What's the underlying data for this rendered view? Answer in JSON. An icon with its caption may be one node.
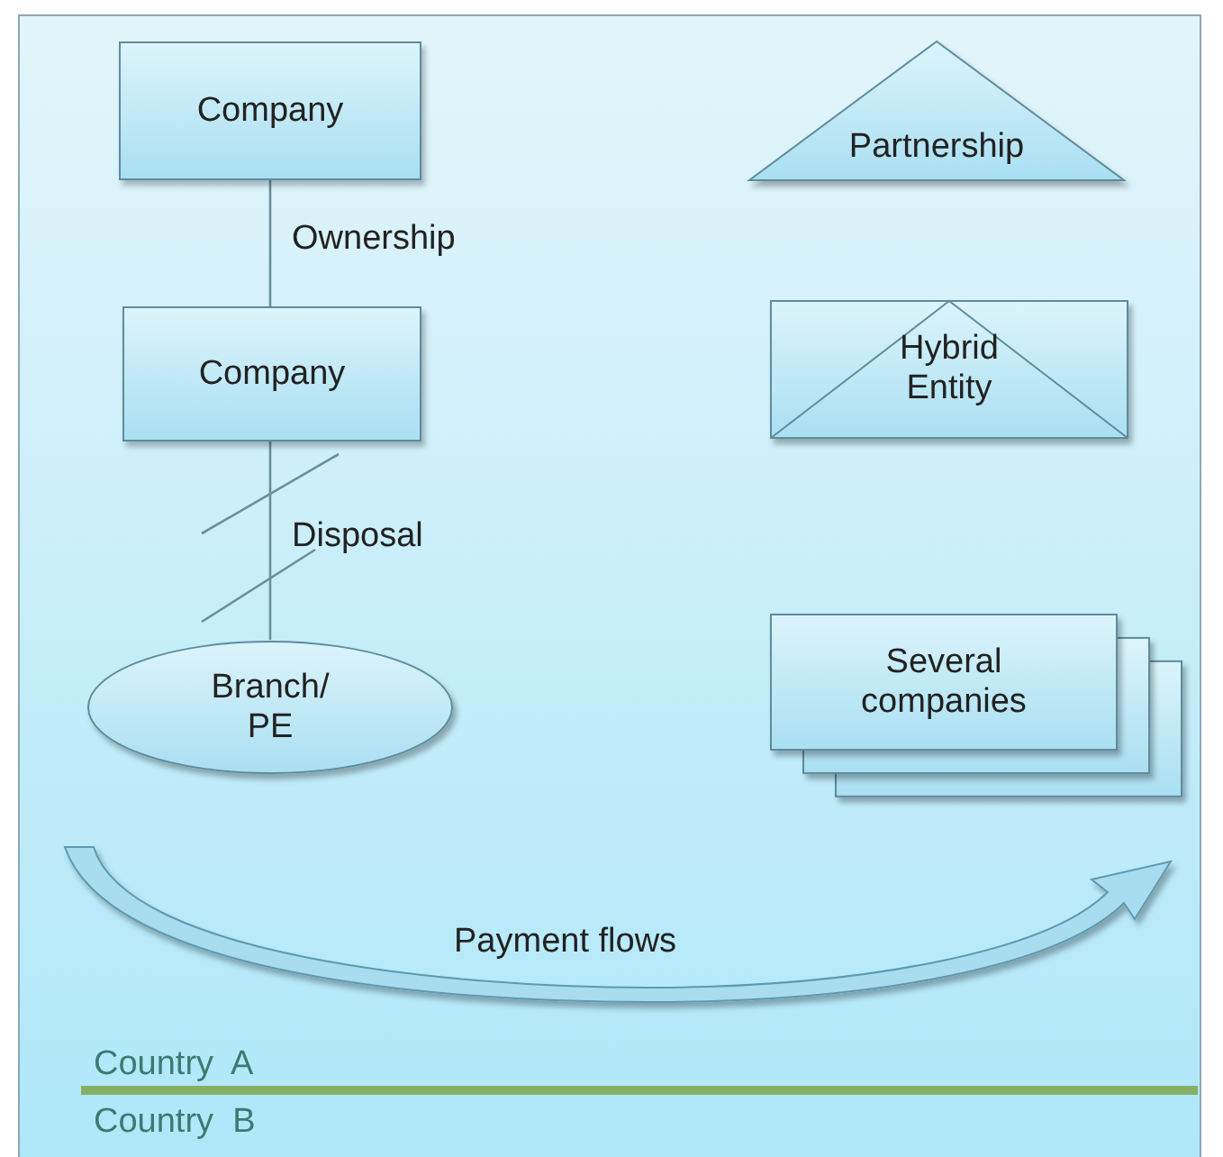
{
  "diagram": {
    "nodes": [
      {
        "text": [
          "Company"
        ]
      },
      {
        "text": [
          "Company"
        ]
      },
      {
        "text": [
          "Branch/ PE"
        ]
      },
      {
        "text": [
          "Partnership"
        ]
      },
      {
        "text": [
          "Hybrid Entity"
        ]
      },
      {
        "text": [
          "Several companies"
        ]
      }
    ],
    "edges": [
      {
        "from": 0,
        "to": 1,
        "arrow": "none",
        "label": "Ownership"
      },
      {
        "from": 1,
        "to": 2,
        "arrow": "none",
        "label": "Disposal"
      }
    ],
    "labels": [
      "Payment flows",
      "Country  A",
      "Country  B"
    ]
  }
}
